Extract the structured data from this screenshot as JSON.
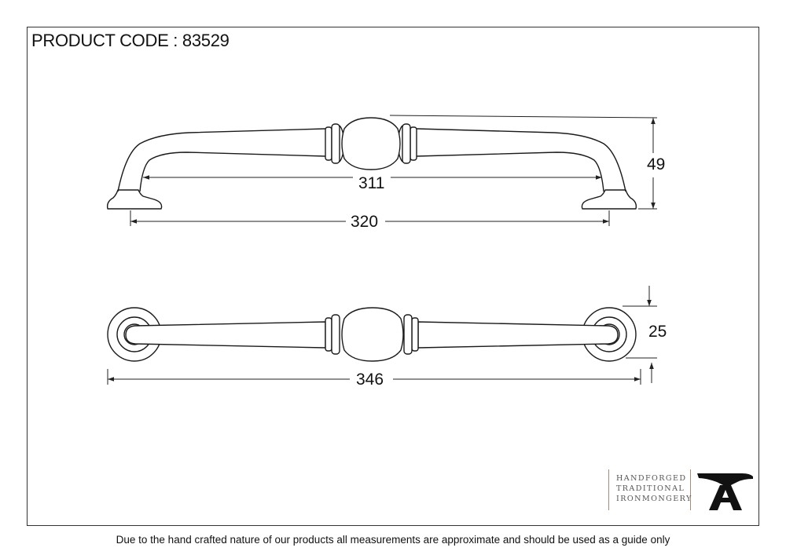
{
  "header": {
    "product_code": "PRODUCT CODE : 83529"
  },
  "dimensions": {
    "inner_length": "311",
    "centres": "320",
    "projection": "49",
    "rose_diameter": "25",
    "overall_length": "346"
  },
  "brand": {
    "lines": [
      "HANDFORGED",
      "TRADITIONAL",
      "IRONMONGERY"
    ],
    "logo_icon": "anvil-icon"
  },
  "footer": {
    "disclaimer": "Due to the hand crafted nature of our products all measurements are approximate and should be used as a guide only"
  },
  "colors": {
    "ink": "#111111",
    "frame": "#333333",
    "brand_text": "#555555"
  }
}
